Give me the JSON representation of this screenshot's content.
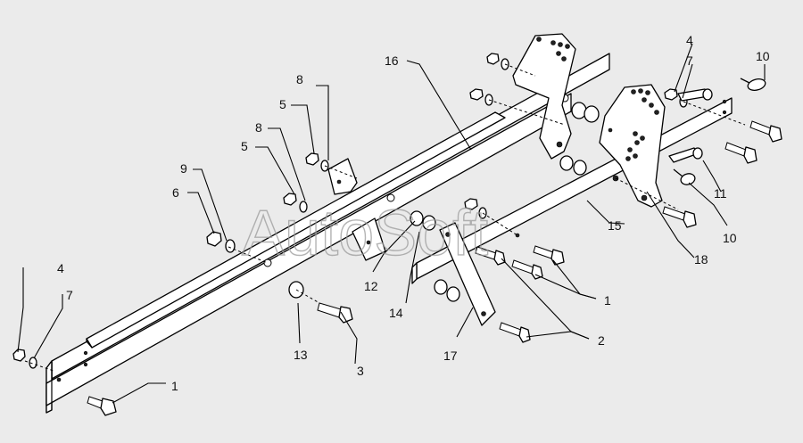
{
  "watermark": "AutoSoft",
  "callouts": {
    "c1a": "1",
    "c1b": "1",
    "c2": "2",
    "c3": "3",
    "c4a": "4",
    "c4b": "4",
    "c5a": "5",
    "c5b": "5",
    "c6": "6",
    "c7a": "7",
    "c7b": "7",
    "c8a": "8",
    "c8b": "8",
    "c9": "9",
    "c10a": "10",
    "c10b": "10",
    "c11": "11",
    "c12": "12",
    "c13": "13",
    "c14": "14",
    "c15": "15",
    "c16": "16",
    "c17": "17",
    "c18": "18"
  }
}
